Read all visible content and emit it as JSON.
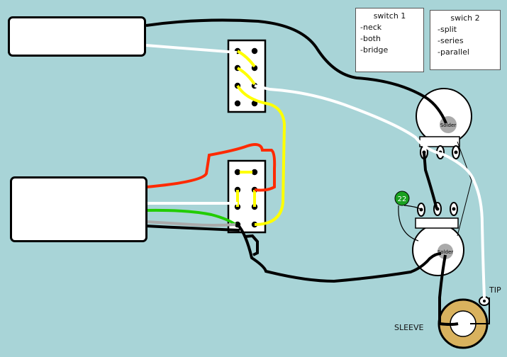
{
  "legend_switch1": {
    "title": "switch  1",
    "items": [
      "-neck",
      "-both",
      "-bridge"
    ]
  },
  "legend_switch2": {
    "title": "swich  2",
    "items": [
      "-split",
      "-series",
      "-parallel"
    ]
  },
  "pot_label": "Solder",
  "capacitor_value": "22",
  "jack": {
    "tip_label": "TIP",
    "sleeve_label": "SLEEVE"
  },
  "colors": {
    "background": "#a8d4d7",
    "hot_wire": "#000000",
    "ground_wire": "#ffffff",
    "jumper_yellow": "#ffff00",
    "split_red": "#ff2a00",
    "split_green": "#22cc00",
    "shield_gray": "#aaaaaa",
    "capacitor_green": "#19a020",
    "jack_brass": "#d9b25e"
  }
}
